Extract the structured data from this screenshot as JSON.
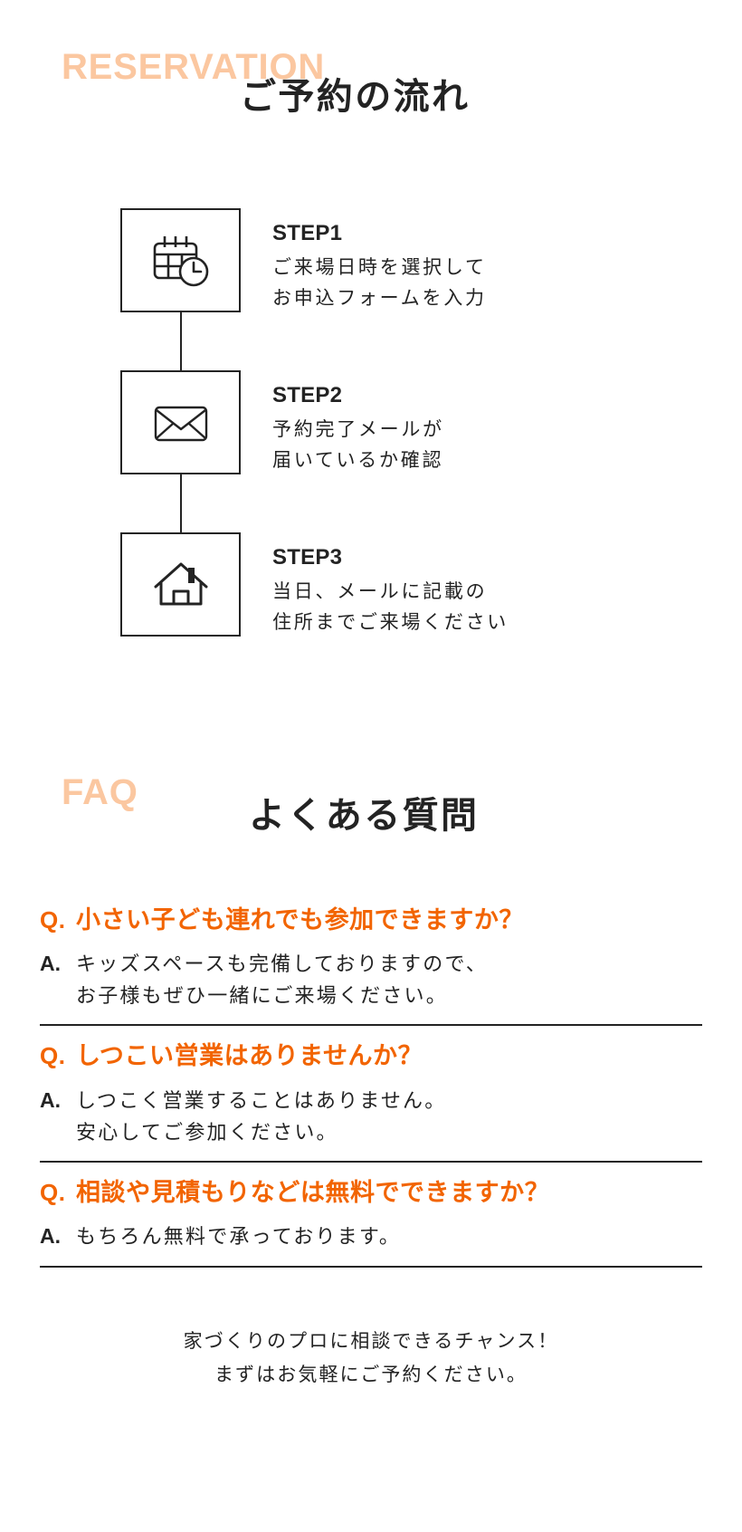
{
  "reservation": {
    "heading_en": "RESERVATION",
    "heading_jp": "ご予約の流れ",
    "steps": [
      {
        "icon": "calendar-clock-icon",
        "title": "STEP1",
        "description": "ご来場日時を選択して\nお申込フォームを入力"
      },
      {
        "icon": "envelope-icon",
        "title": "STEP2",
        "description": "予約完了メールが\n届いているか確認"
      },
      {
        "icon": "house-icon",
        "title": "STEP3",
        "description": "当日、メールに記載の\n住所までご来場ください"
      }
    ]
  },
  "faq": {
    "heading_en": "FAQ",
    "heading_jp": "よくある質問",
    "q_mark": "Q.",
    "a_mark": "A.",
    "items": [
      {
        "question": "小さい子ども連れでも参加できますか？",
        "answer": "キッズスペースも完備しておりますので、\nお子様もぜひ一緒にご来場ください。"
      },
      {
        "question": "しつこい営業はありませんか？",
        "answer": "しつこく営業することはありません。\n安心してご参加ください。"
      },
      {
        "question": "相談や見積もりなどは無料でできますか？",
        "answer": "もちろん無料で承っております。"
      }
    ]
  },
  "footer": {
    "note": "家づくりのプロに相談できるチャンス！\nまずはお気軽にご予約ください。"
  },
  "colors": {
    "accent_orange": "#f26400",
    "heading_peach": "#fbc7a0",
    "text_dark": "#232323",
    "background": "#ffffff"
  }
}
